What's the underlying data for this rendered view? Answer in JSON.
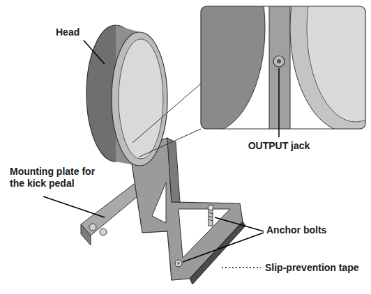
{
  "diagram": {
    "labels": [
      "Head",
      "OUTPUT jack",
      "Mounting plate for the kick pedal",
      "Anchor bolts",
      "Slip-prevention tape"
    ]
  }
}
